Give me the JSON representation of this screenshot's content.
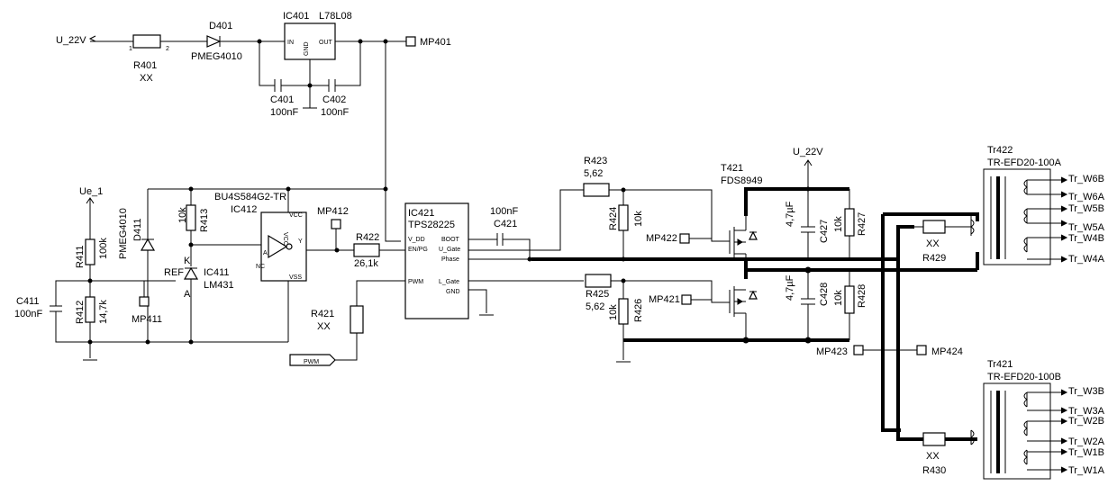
{
  "nets": {
    "u22v_left": "U_22V",
    "u22v_top": "U_22V",
    "ue1": "Ue_1",
    "pwm": "PWM",
    "tr_w6b": "Tr_W6B",
    "tr_w6a": "Tr_W6A",
    "tr_w5b": "Tr_W5B",
    "tr_w5a": "Tr_W5A",
    "tr_w4b": "Tr_W4B",
    "tr_w4a": "Tr_W4A",
    "tr_w3b": "Tr_W3B",
    "tr_w3a": "Tr_W3A",
    "tr_w2b": "Tr_W2B",
    "tr_w2a": "Tr_W2A",
    "tr_w1b": "Tr_W1B",
    "tr_w1a": "Tr_W1A"
  },
  "components": {
    "r401": {
      "ref": "R401",
      "value": "XX"
    },
    "d401": {
      "ref": "D401",
      "value": "PMEG4010"
    },
    "ic401": {
      "ref": "IC401",
      "value": "L78L08",
      "pin_in": "IN",
      "pin_out": "OUT",
      "pin_gnd": "GND"
    },
    "c401": {
      "ref": "C401",
      "value": "100nF"
    },
    "c402": {
      "ref": "C402",
      "value": "100nF"
    },
    "mp401": {
      "ref": "MP401"
    },
    "ic412": {
      "ref": "IC412",
      "value": "BU4S584G2-TR",
      "pin_vcc": "VCC",
      "pin_vss": "VSS",
      "pin_a": "A",
      "pin_y": "Y",
      "pin_nc": "NC"
    },
    "r413": {
      "ref": "R413",
      "value": "10k"
    },
    "r411": {
      "ref": "R411",
      "value": "100k"
    },
    "r412": {
      "ref": "R412",
      "value": "14,7k"
    },
    "c411": {
      "ref": "C411",
      "value": "100nF"
    },
    "d411": {
      "ref": "D411",
      "value": "PMEG4010"
    },
    "ic411": {
      "ref": "IC411",
      "value": "LM431",
      "pin_k": "K",
      "pin_a": "A",
      "pin_ref": "REF"
    },
    "mp411": {
      "ref": "MP411"
    },
    "mp412": {
      "ref": "MP412"
    },
    "r422": {
      "ref": "R422",
      "value": "26,1k"
    },
    "r421": {
      "ref": "R421",
      "value": "XX"
    },
    "ic421": {
      "ref": "IC421",
      "value": "TPS28225",
      "pin_vdd": "V_DD",
      "pin_enpg": "EN/PG",
      "pin_pwm": "PWM",
      "pin_boot": "BOOT",
      "pin_ugate": "U_Gate",
      "pin_phase": "Phase",
      "pin_lgate": "L_Gate",
      "pin_gnd": "GND"
    },
    "c421": {
      "ref": "C421",
      "value": "100nF"
    },
    "r423": {
      "ref": "R423",
      "value": "5,62"
    },
    "r424": {
      "ref": "R424",
      "value": "10k"
    },
    "r425": {
      "ref": "R425",
      "value": "5,62"
    },
    "r426": {
      "ref": "R426",
      "value": "10k"
    },
    "mp422": {
      "ref": "MP422"
    },
    "mp421": {
      "ref": "MP421"
    },
    "t421": {
      "ref": "T421",
      "value": "FDS8949"
    },
    "c427": {
      "ref": "C427",
      "value": "4,7µF"
    },
    "c428": {
      "ref": "C428",
      "value": "4,7µF"
    },
    "r427": {
      "ref": "R427",
      "value": "10k"
    },
    "r428": {
      "ref": "R428",
      "value": "10k"
    },
    "r429": {
      "ref": "R429",
      "value": "XX"
    },
    "r430": {
      "ref": "R430",
      "value": "XX"
    },
    "mp423": {
      "ref": "MP423"
    },
    "mp424": {
      "ref": "MP424"
    },
    "tr422": {
      "ref": "Tr422",
      "value": "TR-EFD20-100A"
    },
    "tr421": {
      "ref": "Tr421",
      "value": "TR-EFD20-100B"
    }
  }
}
